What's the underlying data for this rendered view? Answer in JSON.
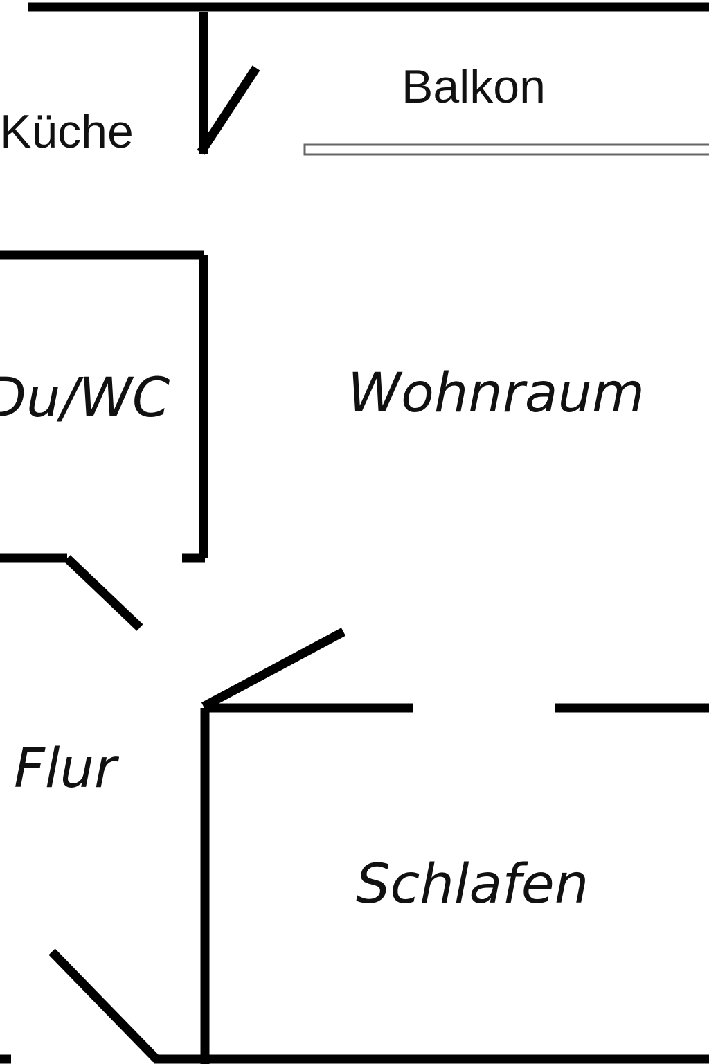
{
  "rooms": {
    "kitchen": "Küche",
    "balcony": "Balkon",
    "bathroom": "Du/WC",
    "living": "Wohnraum",
    "hall": "Flur",
    "bedroom": "Schlafen"
  }
}
